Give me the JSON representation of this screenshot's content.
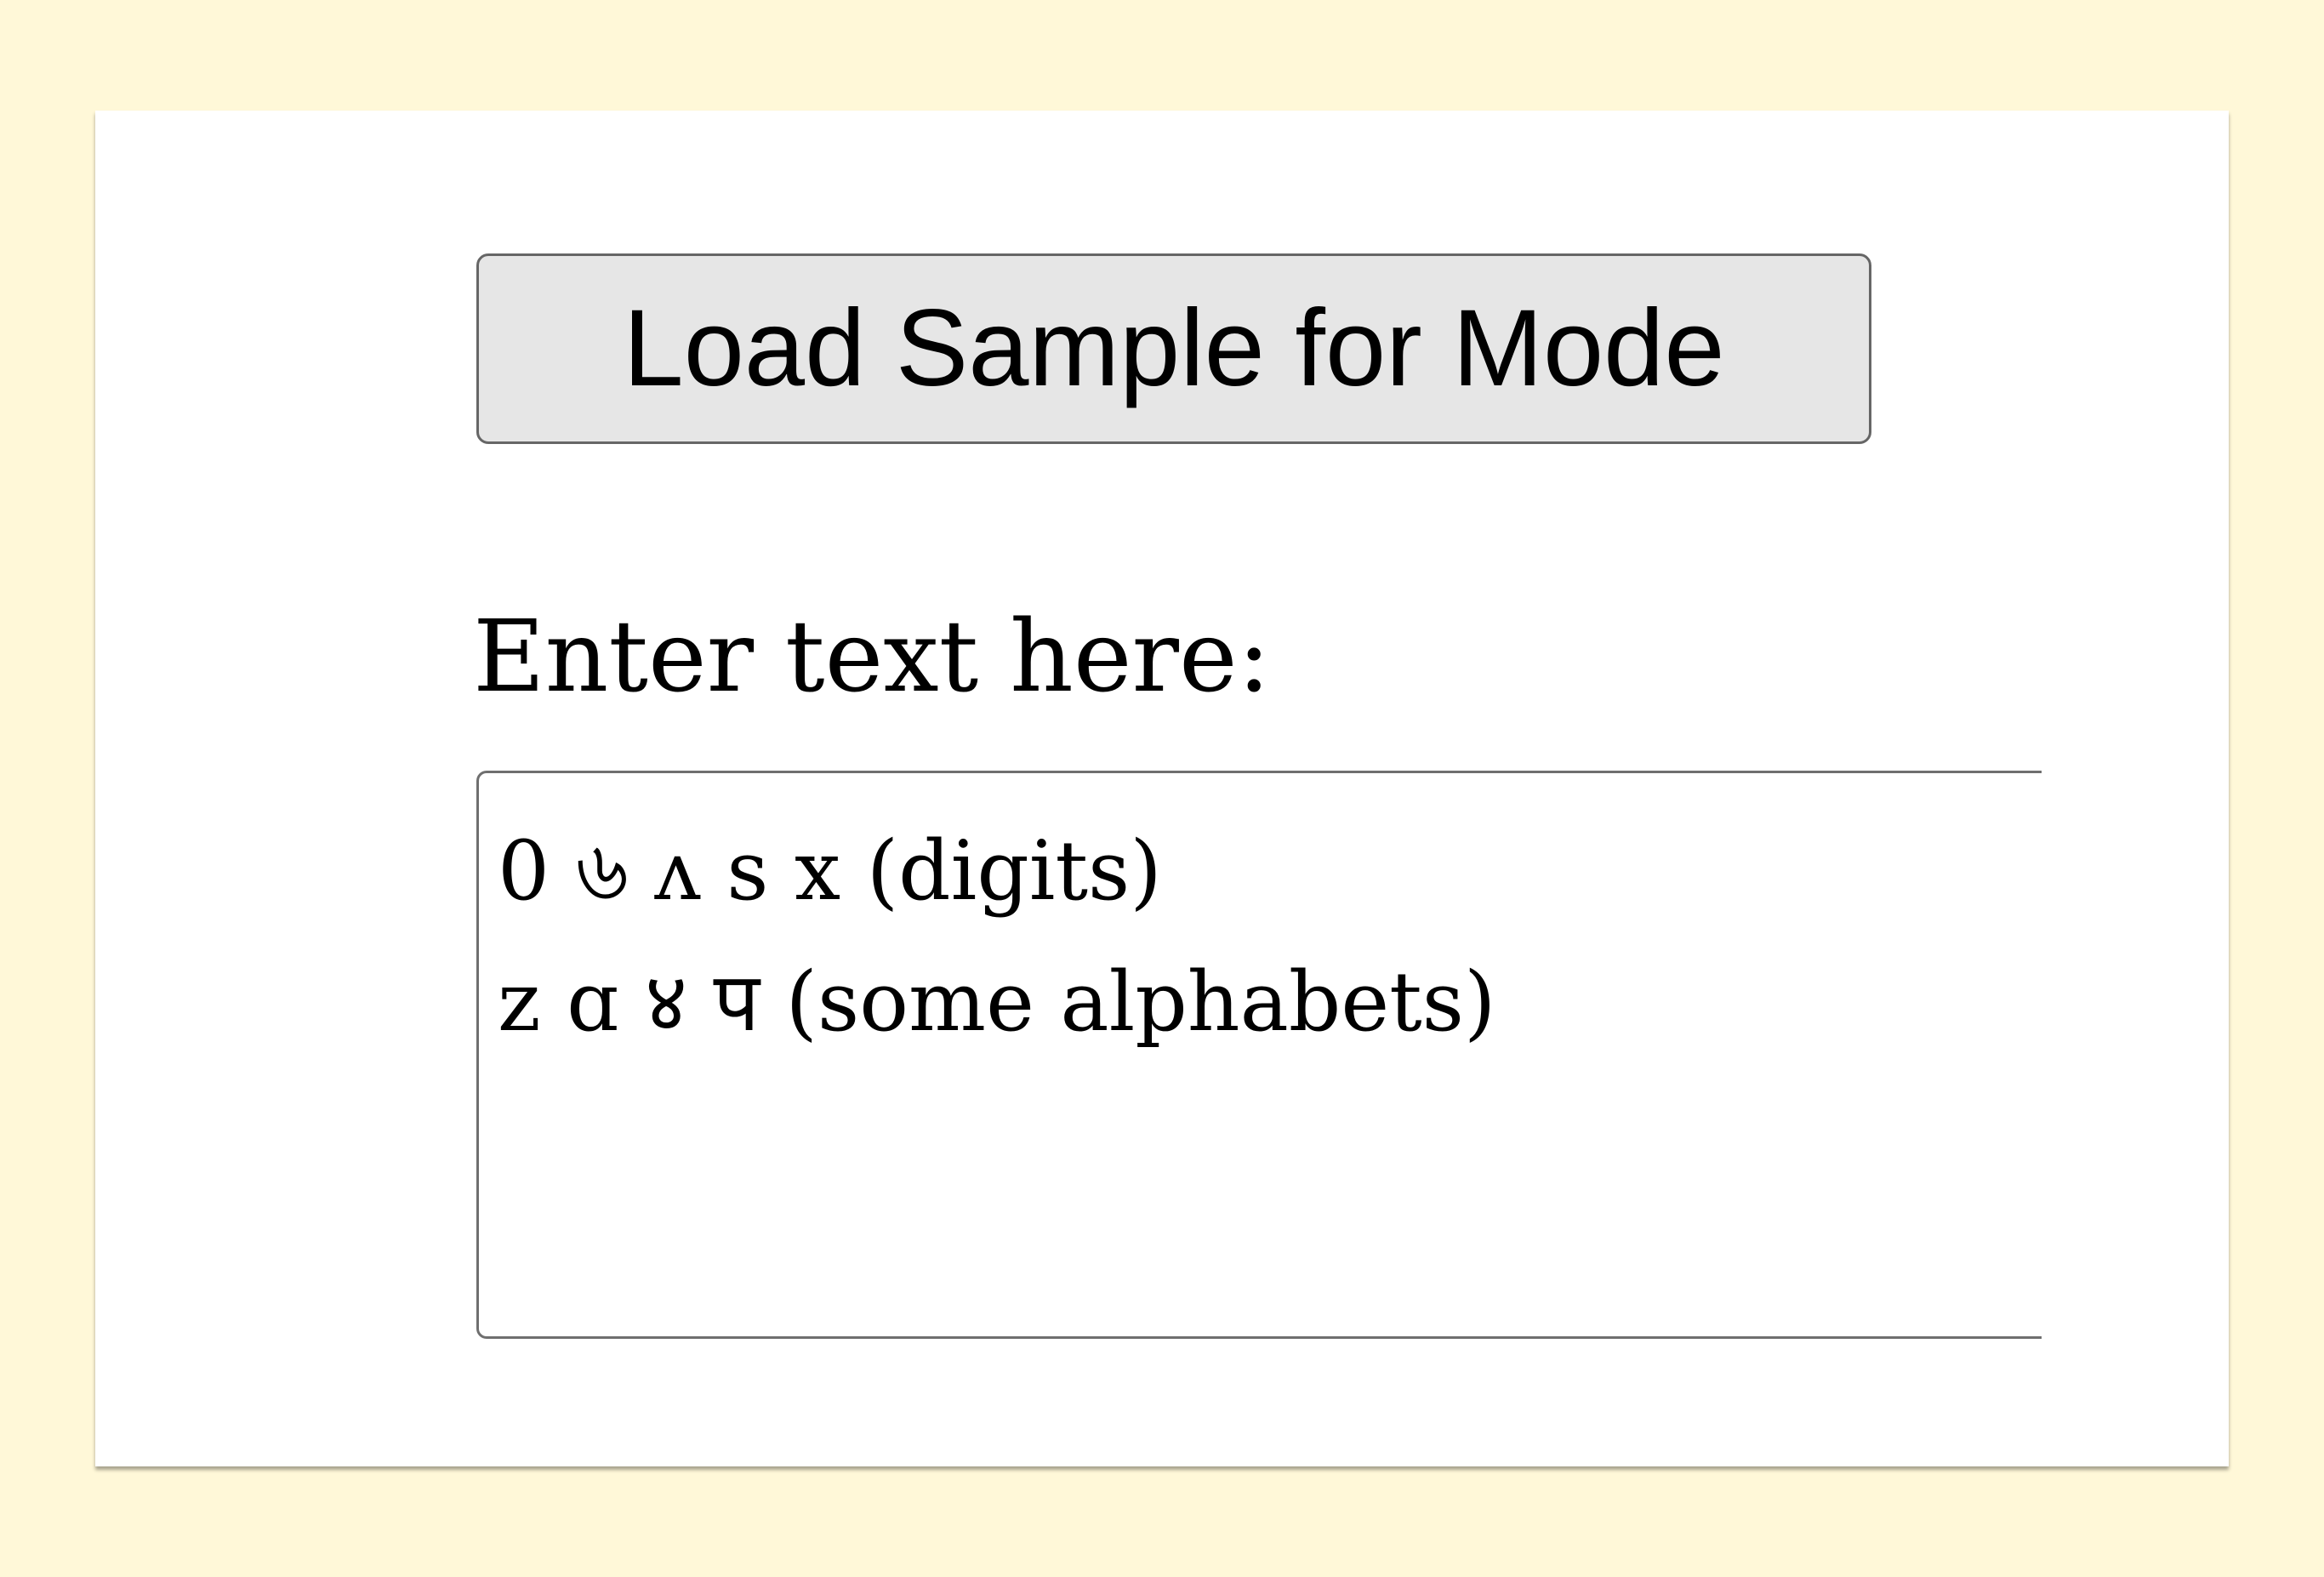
{
  "toolbar": {
    "load_sample_label": "Load Sample for Mode"
  },
  "editor": {
    "label": "Enter text here:",
    "lines": [
      "0 ৬ ʌ s x (digits)",
      "z ɑ ४ प (some alphabets)"
    ]
  },
  "colors": {
    "page_background": "#fff8d8",
    "card_background": "#ffffff",
    "button_background": "#e6e6e6",
    "border": "#6f6f6f"
  }
}
